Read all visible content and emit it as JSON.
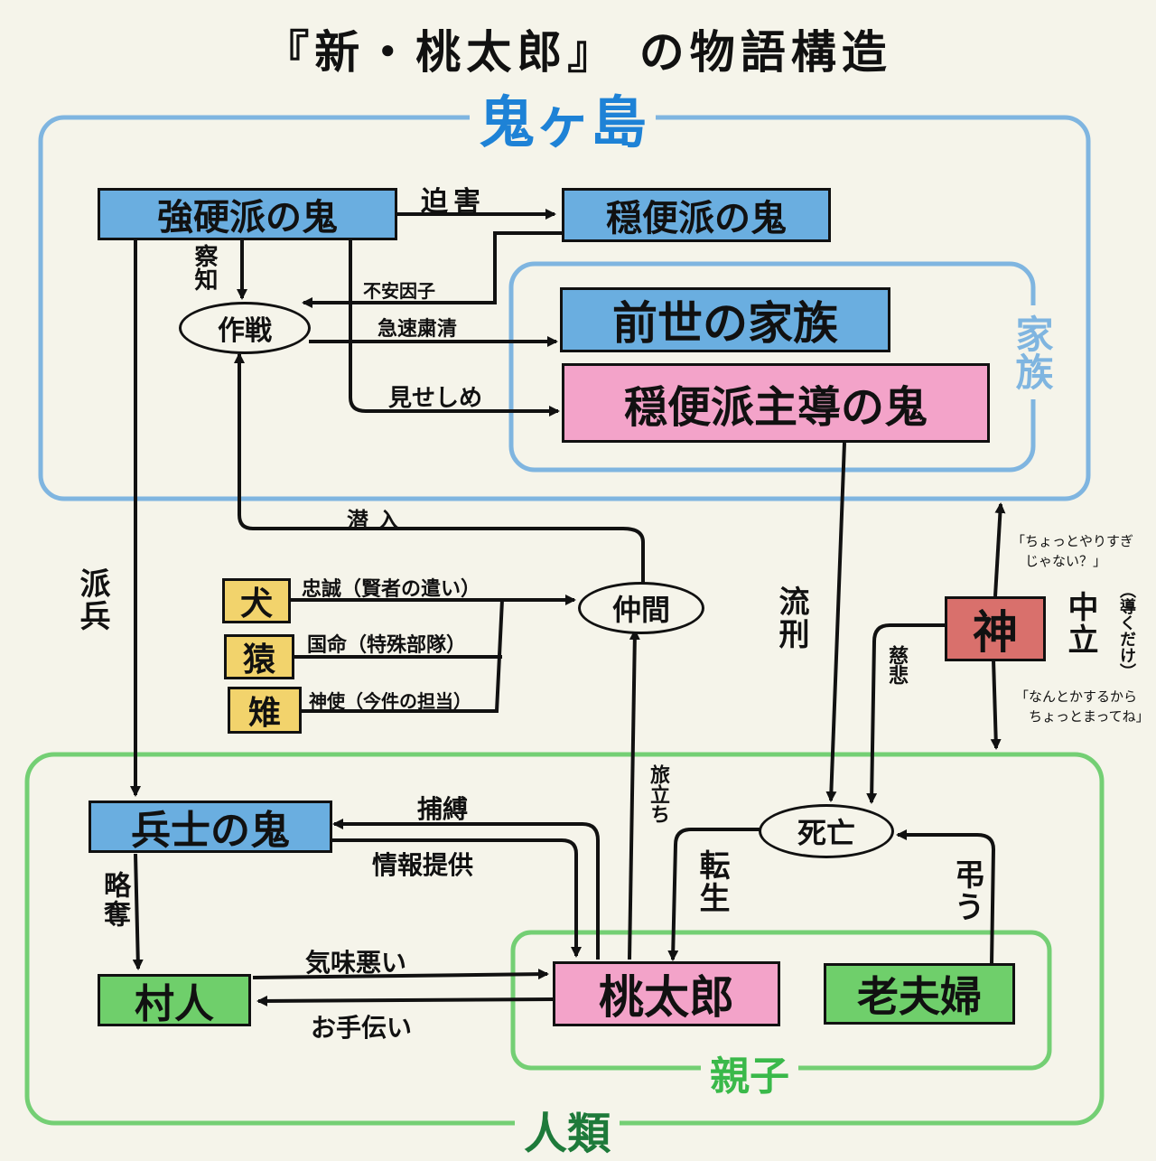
{
  "title": "『新・桃太郎』 の物語構造",
  "regions": {
    "onigashima": "鬼ヶ島",
    "family": "家族",
    "humanity": "人類",
    "parent_child": "親子"
  },
  "nodes": {
    "hardline_oni": "強硬派の鬼",
    "moderate_oni": "穏便派の鬼",
    "past_family": "前世の家族",
    "moderate_leader_oni": "穏便派主導の鬼",
    "operation": "作戦",
    "companions": "仲間",
    "dog": "犬",
    "monkey": "猿",
    "pheasant": "雉",
    "god": "神",
    "soldier_oni": "兵士の鬼",
    "villagers": "村人",
    "momotaro": "桃太郎",
    "old_couple": "老夫婦",
    "death": "死亡"
  },
  "edges": {
    "persecution": "迫害",
    "detection": "察知",
    "anxiety_factor": "不安因子",
    "rapid_purge": "急速粛清",
    "example": "見せしめ",
    "infiltration": "潜入",
    "loyalty": "忠誠（賢者の遣い）",
    "national_order": "国命（特殊部隊）",
    "divine_envoy": "神使（今件の担当）",
    "dispatch": "派兵",
    "exile": "流刑",
    "mercy": "慈悲",
    "neutral": "中立",
    "guide_only": "（導くだけ）",
    "journey": "旅立ち",
    "capture": "捕縛",
    "info_provide": "情報提供",
    "plunder": "略奪",
    "creepy": "気味悪い",
    "help": "お手伝い",
    "reincarnation": "転生",
    "mourn": "弔う"
  },
  "notes": {
    "god_up": "「ちょっとやりすぎ\n　じゃない？」",
    "god_down": "「なんとかするから\n　ちょっとまってね」"
  },
  "colors": {
    "blue_region": "#7fb5e0",
    "green_region": "#74cf74",
    "blue_box": "#6aaee0",
    "pink_box": "#f3a3c9",
    "green_box": "#6fcf6b",
    "yellow_box": "#f2d36c",
    "red_box": "#d9706c"
  }
}
